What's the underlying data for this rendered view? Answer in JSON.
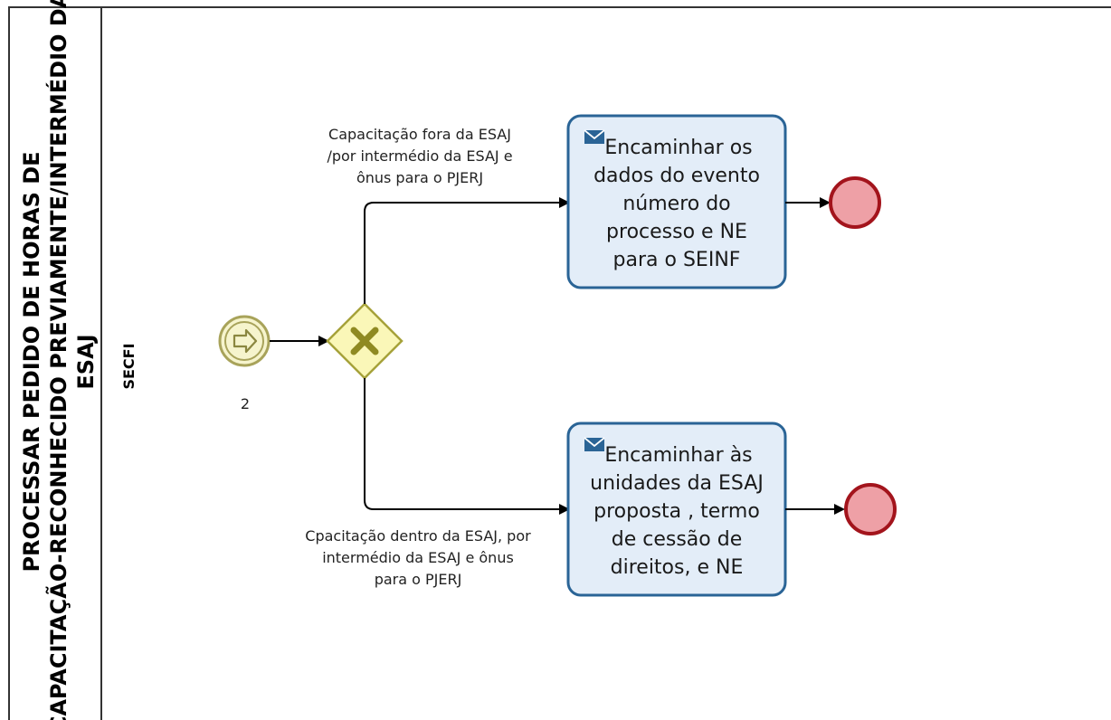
{
  "pool": {
    "title_lines": [
      "PROCESSAR PEDIDO DE HORAS DE",
      "CAPACITAÇÃO-RECONHECIDO PREVIAMENTE/INTERMÉDIO DA",
      "ESAJ"
    ],
    "lane": "SECFI"
  },
  "start_event": {
    "label": "2",
    "icon": "arrow-message-icon"
  },
  "gateway": {
    "type": "exclusive",
    "icon": "x-icon"
  },
  "flows": {
    "upper_label_lines": [
      "Capacitação fora da ESAJ",
      "/por intermédio da ESAJ e",
      "ônus para o PJERJ"
    ],
    "lower_label_lines": [
      "Cpacitação dentro da ESAJ, por",
      "intermédio da ESAJ e ônus",
      "para o PJERJ"
    ]
  },
  "tasks": [
    {
      "icon": "envelope-icon",
      "lines": [
        "Encaminhar os",
        "dados do evento",
        "número do",
        "processo e NE",
        "para o SEINF"
      ]
    },
    {
      "icon": "envelope-icon",
      "lines": [
        "Encaminhar às",
        "unidades da ESAJ",
        "proposta , termo",
        "de cessão de",
        "direitos, e NE"
      ]
    }
  ],
  "colors": {
    "task_fill": "#e3edf8",
    "task_stroke": "#2a6496",
    "gateway_fill": "#faf7b8",
    "gateway_stroke": "#a6a23a",
    "end_fill": "#eea0a6",
    "end_stroke": "#a3141c",
    "start_fill": "#f6f4cd",
    "start_stroke": "#a8a35a"
  }
}
